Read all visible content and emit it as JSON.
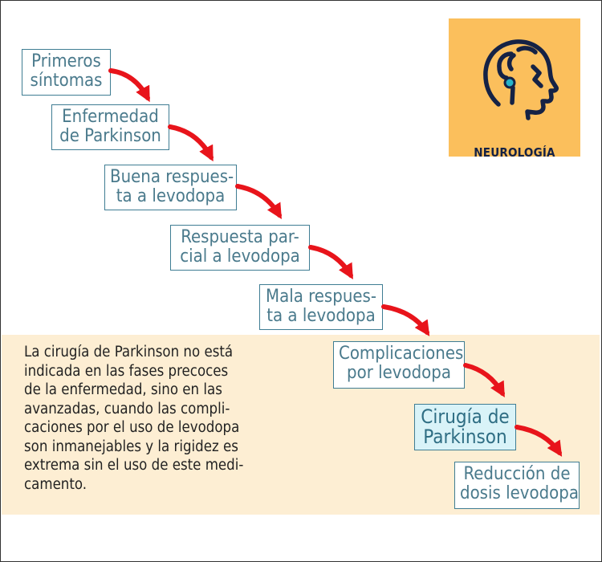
{
  "steps": [
    {
      "line1": "Primeros",
      "line2": "síntomas"
    },
    {
      "line1": "Enfermedad",
      "line2": "de Parkinson"
    },
    {
      "line1": "Buena respues-",
      "line2": "ta a levodopa"
    },
    {
      "line1": "Respuesta par-",
      "line2": "cial a levodopa"
    },
    {
      "line1": "Mala respues-",
      "line2": "ta a levodopa"
    },
    {
      "line1": "Complicaciones",
      "line2": "por levodopa"
    },
    {
      "line1": "Cirugía de",
      "line2": "Parkinson"
    },
    {
      "line1": "Reducción de",
      "line2": "dosis levodopa"
    }
  ],
  "note": {
    "lines": [
      "La cirugía de Parkinson no está",
      "indicada en las fases precoces",
      "de la enfermedad, sino en las",
      "avanzadas, cuando las compli-",
      "caciones por el uso de levodopa",
      "son inmanejables y la rigidez es",
      "extrema sin el uso de este medi-",
      "camento."
    ]
  },
  "badge": {
    "label": "NEUROLOGÍA",
    "icon": "head-brain-icon"
  },
  "colors": {
    "accent_band": "#fdeed3",
    "badge_bg": "#fbbf5c",
    "box_border": "#3f7d93",
    "box_text": "#4a7a8c",
    "highlight_box": "#d9f3f8",
    "arrow": "#e8141b"
  }
}
